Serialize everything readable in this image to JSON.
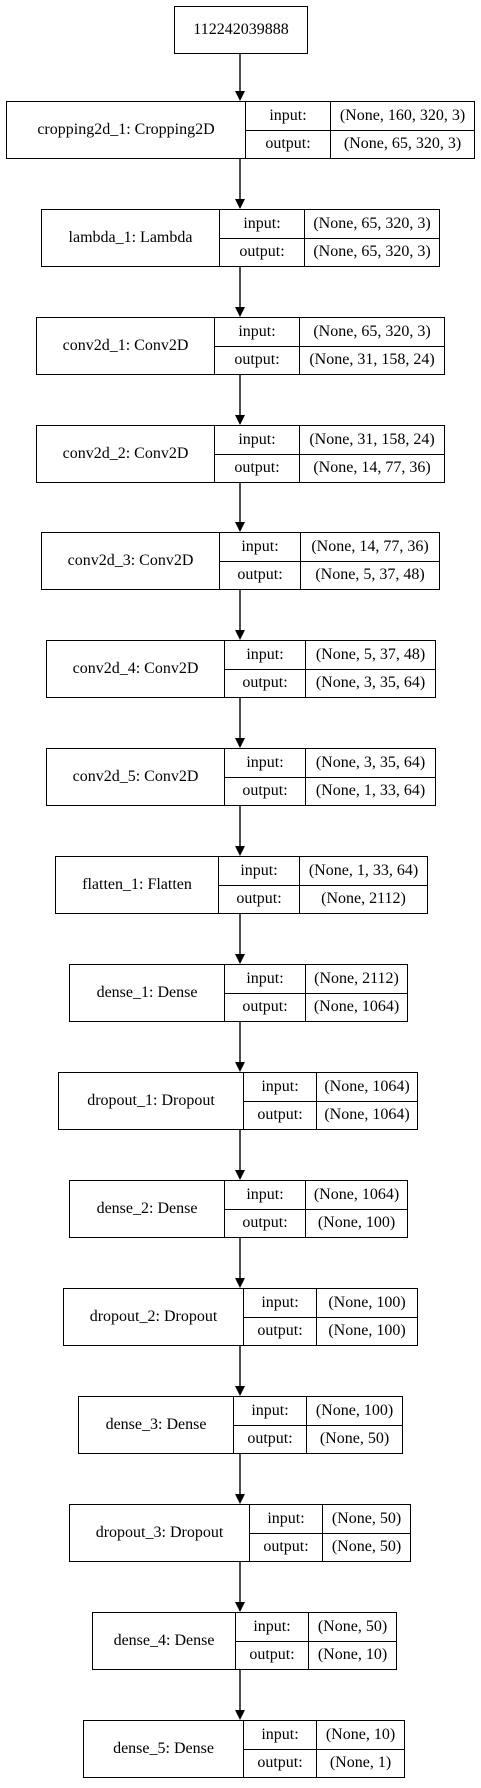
{
  "input_node": "112242039888",
  "labels": {
    "input": "input:",
    "output": "output:"
  },
  "layers": [
    {
      "name": "cropping2d_1: Cropping2D",
      "input": "(None, 160, 320, 3)",
      "output": "(None, 65, 320, 3)"
    },
    {
      "name": "lambda_1: Lambda",
      "input": "(None, 65, 320, 3)",
      "output": "(None, 65, 320, 3)"
    },
    {
      "name": "conv2d_1: Conv2D",
      "input": "(None, 65, 320, 3)",
      "output": "(None, 31, 158, 24)"
    },
    {
      "name": "conv2d_2: Conv2D",
      "input": "(None, 31, 158, 24)",
      "output": "(None, 14, 77, 36)"
    },
    {
      "name": "conv2d_3: Conv2D",
      "input": "(None, 14, 77, 36)",
      "output": "(None, 5, 37, 48)"
    },
    {
      "name": "conv2d_4: Conv2D",
      "input": "(None, 5, 37, 48)",
      "output": "(None, 3, 35, 64)"
    },
    {
      "name": "conv2d_5: Conv2D",
      "input": "(None, 3, 35, 64)",
      "output": "(None, 1, 33, 64)"
    },
    {
      "name": "flatten_1: Flatten",
      "input": "(None, 1, 33, 64)",
      "output": "(None, 2112)"
    },
    {
      "name": "dense_1: Dense",
      "input": "(None, 2112)",
      "output": "(None, 1064)"
    },
    {
      "name": "dropout_1: Dropout",
      "input": "(None, 1064)",
      "output": "(None, 1064)"
    },
    {
      "name": "dense_2: Dense",
      "input": "(None, 1064)",
      "output": "(None, 100)"
    },
    {
      "name": "dropout_2: Dropout",
      "input": "(None, 100)",
      "output": "(None, 100)"
    },
    {
      "name": "dense_3: Dense",
      "input": "(None, 100)",
      "output": "(None, 50)"
    },
    {
      "name": "dropout_3: Dropout",
      "input": "(None, 50)",
      "output": "(None, 50)"
    },
    {
      "name": "dense_4: Dense",
      "input": "(None, 50)",
      "output": "(None, 10)"
    },
    {
      "name": "dense_5: Dense",
      "input": "(None, 10)",
      "output": "(None, 1)"
    }
  ]
}
